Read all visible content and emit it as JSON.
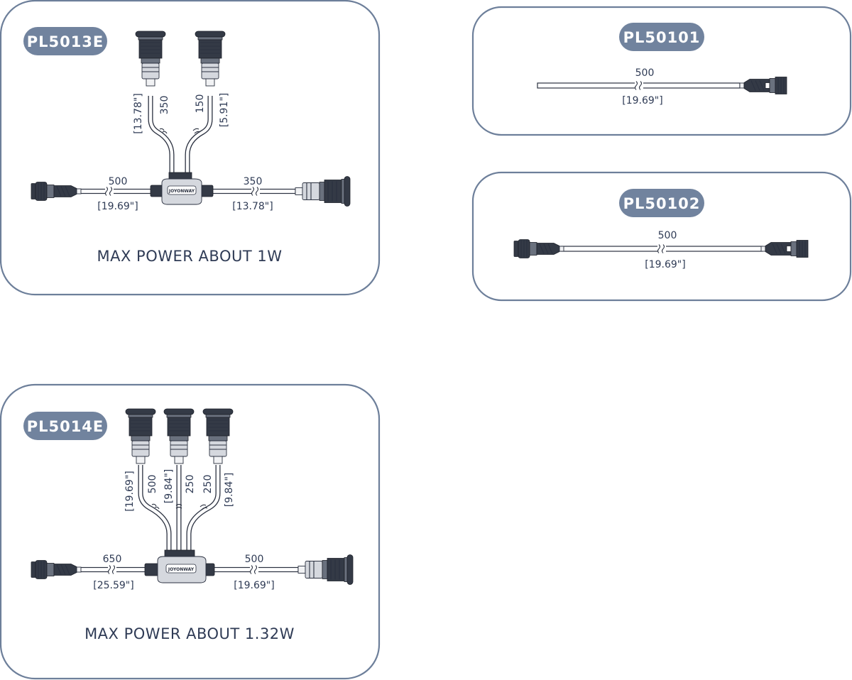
{
  "products": [
    {
      "code": "PL5013E",
      "power": "MAX POWER ABOUT 1W",
      "dims": {
        "left_mm": "500",
        "left_in": "[19.69\"]",
        "right_mm": "350",
        "right_in": "[13.78\"]",
        "branch1_mm": "350",
        "branch1_in": "[13.78\"]",
        "branch2_mm": "150",
        "branch2_in": "[5.91\"]"
      }
    },
    {
      "code": "PL50101",
      "dims": {
        "len_mm": "500",
        "len_in": "[19.69\"]"
      }
    },
    {
      "code": "PL50102",
      "dims": {
        "len_mm": "500",
        "len_in": "[19.69\"]"
      }
    },
    {
      "code": "PL5014E",
      "power": "MAX POWER ABOUT 1.32W",
      "dims": {
        "left_mm": "650",
        "left_in": "[25.59\"]",
        "right_mm": "500",
        "right_in": "[19.69\"]",
        "branch1_mm": "500",
        "branch1_in": "[19.69\"]",
        "branch2_mm": "250",
        "branch2_in": "[9.84\"]",
        "branch3_mm": "250",
        "branch3_in": "[9.84\"]"
      }
    }
  ],
  "icons": [
    "male-connector-icon",
    "female-connector-icon",
    "light-fixture-icon",
    "splitter-hub-icon",
    "cable-break-icon"
  ],
  "colors": {
    "panel_border": "#6d7f9a",
    "badge": "#71839e",
    "text": "#2f3b55"
  }
}
